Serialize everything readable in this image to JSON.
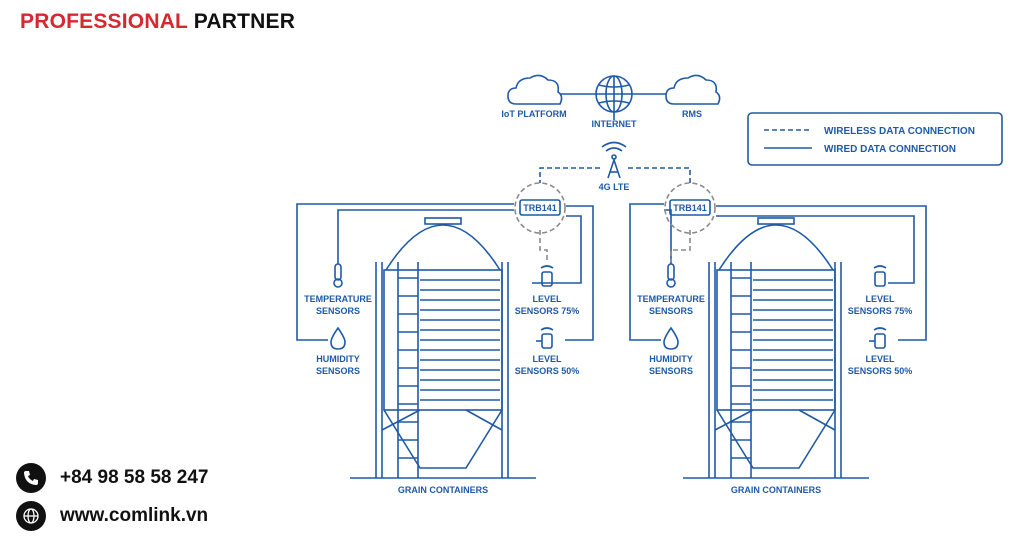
{
  "brand": {
    "part1": "PROFESSIONAL",
    "part2": "PARTNER"
  },
  "contact": {
    "phone": "+84 98 58 58 247",
    "website": "www.comlink.vn"
  },
  "icons": {
    "phone": "phone-icon",
    "web": "globe-icon"
  },
  "colors": {
    "diagram": "#1f5aa6",
    "brand_red": "#d7282f",
    "dark": "#111111",
    "gateway_ring": "#8a8a8a"
  },
  "diagram": {
    "cloud_left": "IoT PLATFORM",
    "internet": "INTERNET",
    "cloud_right": "RMS",
    "tower": "4G LTE",
    "legend": {
      "wireless": "WIRELESS DATA CONNECTION",
      "wired": "WIRED DATA CONNECTION"
    },
    "gateway_label": "TRB141",
    "silos": [
      {
        "temp": [
          "TEMPERATURE",
          "SENSORS"
        ],
        "humidity": [
          "HUMIDITY",
          "SENSORS"
        ],
        "level_top": [
          "LEVEL",
          "SENSORS 75%"
        ],
        "level_bottom": [
          "LEVEL",
          "SENSORS 50%"
        ],
        "caption": "GRAIN CONTAINERS"
      },
      {
        "temp": [
          "TEMPERATURE",
          "SENSORS"
        ],
        "humidity": [
          "HUMIDITY",
          "SENSORS"
        ],
        "level_top": [
          "LEVEL",
          "SENSORS 75%"
        ],
        "level_bottom": [
          "LEVEL",
          "SENSORS 50%"
        ],
        "caption": "GRAIN CONTAINERS"
      }
    ]
  }
}
